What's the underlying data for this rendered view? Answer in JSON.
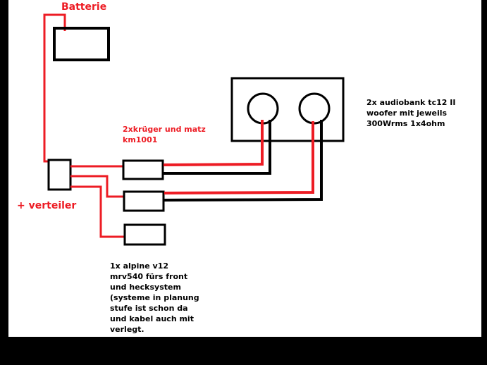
{
  "diagram": {
    "title": "Car audio wiring sketch",
    "colors": {
      "positive_wire": "#ed1c24",
      "ground_wire": "#000000",
      "background": "#ffffff",
      "frame": "#000000"
    },
    "labels": {
      "battery": "Batterie",
      "distributor": "+ verteiler",
      "amps": "2xkrüger und matz\nkm1001",
      "subwoofers": "2x audiobank tc12 II\nwoofer mit jeweils\n300Wrms 1x4ohm",
      "alpine": "1x alpine v12\nmrv540 fürs front\nund hecksystem\n(systeme in planung\nstufe ist schon da\nund kabel auch mit\nverlegt."
    },
    "nodes": [
      {
        "id": "battery",
        "type": "box"
      },
      {
        "id": "distributor",
        "type": "box"
      },
      {
        "id": "amp-krueger-1",
        "type": "box"
      },
      {
        "id": "amp-krueger-2",
        "type": "box"
      },
      {
        "id": "amp-alpine",
        "type": "box"
      },
      {
        "id": "subwoofer-enclosure",
        "type": "box"
      },
      {
        "id": "woofer-1",
        "type": "circle"
      },
      {
        "id": "woofer-2",
        "type": "circle"
      }
    ],
    "connections": [
      {
        "from": "battery",
        "to": "distributor",
        "wire": "positive"
      },
      {
        "from": "distributor",
        "to": "amp-krueger-1",
        "wire": "positive"
      },
      {
        "from": "distributor",
        "to": "amp-krueger-2",
        "wire": "positive"
      },
      {
        "from": "distributor",
        "to": "amp-alpine",
        "wire": "positive"
      },
      {
        "from": "amp-krueger-1",
        "to": "woofer-1",
        "wire": "positive"
      },
      {
        "from": "amp-krueger-1",
        "to": "woofer-1",
        "wire": "ground"
      },
      {
        "from": "amp-krueger-2",
        "to": "woofer-2",
        "wire": "positive"
      },
      {
        "from": "amp-krueger-2",
        "to": "woofer-2",
        "wire": "ground"
      }
    ]
  }
}
